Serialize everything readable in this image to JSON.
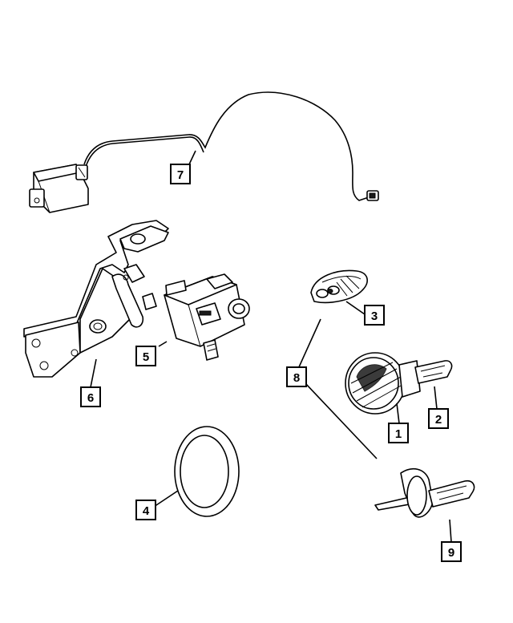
{
  "diagram": {
    "callouts": [
      {
        "id": "1",
        "label": "1"
      },
      {
        "id": "2",
        "label": "2"
      },
      {
        "id": "3",
        "label": "3"
      },
      {
        "id": "4",
        "label": "4"
      },
      {
        "id": "5",
        "label": "5"
      },
      {
        "id": "6",
        "label": "6"
      },
      {
        "id": "7",
        "label": "7"
      },
      {
        "id": "8",
        "label": "8"
      },
      {
        "id": "9",
        "label": "9"
      }
    ],
    "parts": [
      {
        "callout": "7",
        "icon": "antenna-module-cable-icon"
      },
      {
        "callout": "6",
        "icon": "mounting-bracket-icon"
      },
      {
        "callout": "5",
        "icon": "ignition-switch-module-icon"
      },
      {
        "callout": "3",
        "icon": "key-fob-icon"
      },
      {
        "callout": "1",
        "icon": "key-head-icon"
      },
      {
        "callout": "2",
        "icon": "key-blade-icon"
      },
      {
        "callout": "4",
        "icon": "o-ring-icon"
      },
      {
        "callout": "9",
        "icon": "spare-key-icon"
      },
      {
        "callout": "8",
        "icon": "key-fob-blade-group-leader"
      }
    ],
    "colors": {
      "ink": "#000000",
      "paper": "#ffffff"
    }
  }
}
